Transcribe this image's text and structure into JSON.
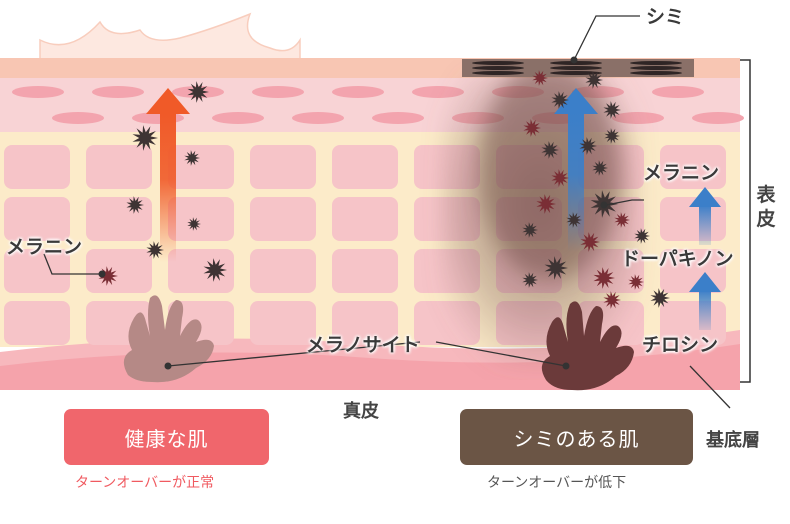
{
  "labels": {
    "shimi": "シミ",
    "melanin_left": "メラニン",
    "melanin_right": "メラニン",
    "dopakinon": "ドーパキノン",
    "tyrosine": "チロシン",
    "melanocyte": "メラノサイト",
    "epidermis": "表皮",
    "dermis": "真皮",
    "basal_layer": "基底層"
  },
  "panels": {
    "healthy": {
      "title": "健康な肌",
      "caption": "ターンオーバーが正常",
      "title_bg": "#f0666c",
      "caption_color": "#f05a60"
    },
    "spotted": {
      "title": "シミのある肌",
      "caption": "ターンオーバーが低下",
      "title_bg": "#6b5545",
      "caption_color": "#555555"
    }
  },
  "colors": {
    "skin_top": "#f8c6b3",
    "granular": "#f8d3d5",
    "spinous": "#fcebc9",
    "cell": "#f6c4c8",
    "dermis": "#f5a3ab",
    "arrow_orange": "#f05a28",
    "arrow_blue": "#3b7fc9",
    "melanin": "#4a3a3a",
    "melanocyte_healthy": "#b58986",
    "melanocyte_spotted": "#6b3a3a"
  }
}
